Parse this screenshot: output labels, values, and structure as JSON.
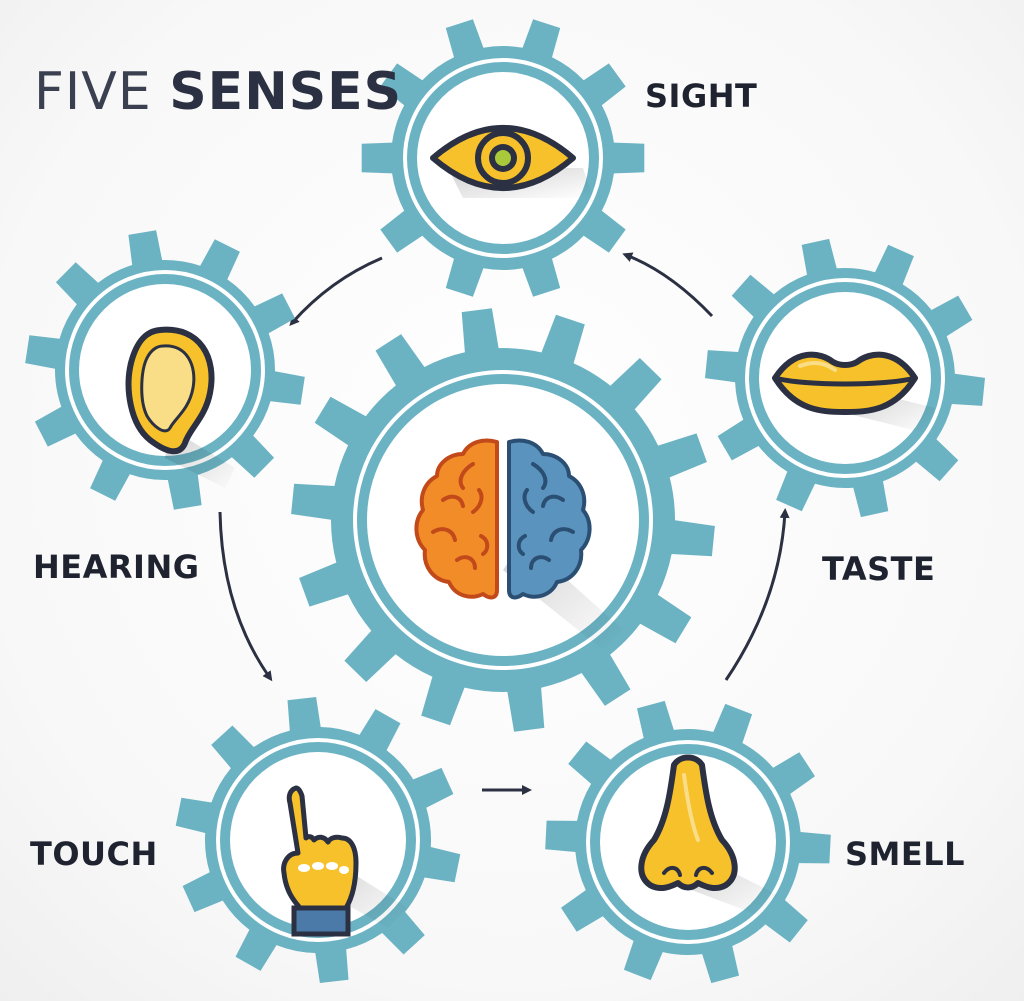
{
  "title": {
    "light": "FIVE",
    "bold": "SENSES"
  },
  "senses": [
    {
      "id": "sight",
      "label": "SIGHT",
      "icon": "eye-icon"
    },
    {
      "id": "hearing",
      "label": "HEARING",
      "icon": "ear-icon"
    },
    {
      "id": "touch",
      "label": "TOUCH",
      "icon": "pointing-hand-icon"
    },
    {
      "id": "smell",
      "label": "SMELL",
      "icon": "nose-icon"
    },
    {
      "id": "taste",
      "label": "TASTE",
      "icon": "lips-icon"
    }
  ],
  "center": {
    "icon": "brain-icon"
  },
  "colors": {
    "gear": "#6bb3c3",
    "icon_yellow": "#f6c12b",
    "outline": "#2b3142",
    "brain_left": "#f28c28",
    "brain_right": "#5b93bf"
  }
}
